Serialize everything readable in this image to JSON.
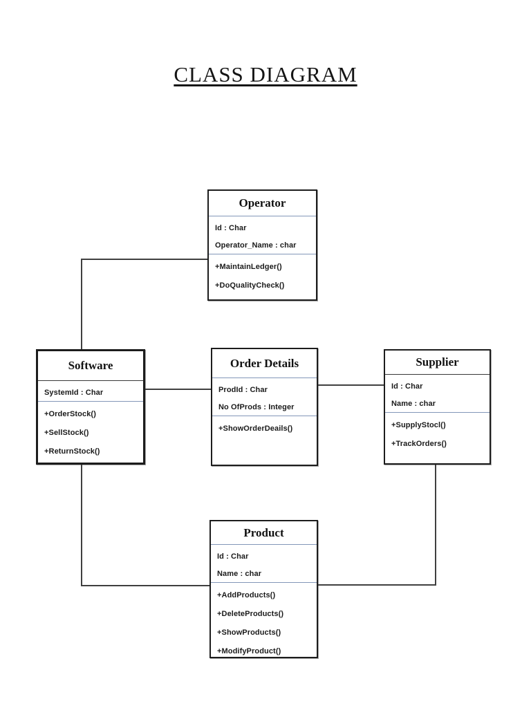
{
  "page_title": "CLASS DIAGRAM",
  "diagram": {
    "classes": {
      "operator": {
        "title": "Operator",
        "attributes": [
          "Id : Char",
          "Operator_Name : char"
        ],
        "methods": [
          "+MaintainLedger()",
          "+DoQualityCheck()"
        ]
      },
      "software": {
        "title": "Software",
        "attributes": [
          "SystemId : Char"
        ],
        "methods": [
          "+OrderStock()",
          "+SellStock()",
          "+ReturnStock()"
        ]
      },
      "order_details": {
        "title": "Order Details",
        "attributes": [
          "ProdId : Char",
          "No OfProds : Integer"
        ],
        "methods": [
          "+ShowOrderDeails()"
        ]
      },
      "supplier": {
        "title": "Supplier",
        "attributes": [
          "Id : Char",
          "Name : char"
        ],
        "methods": [
          "+SupplyStocl()",
          "+TrackOrders()"
        ]
      },
      "product": {
        "title": "Product",
        "attributes": [
          "Id : Char",
          "Name : char"
        ],
        "methods": [
          "+AddProducts()",
          "+DeleteProducts()",
          "+ShowProducts()",
          "+ModifyProduct()"
        ]
      }
    },
    "connections": [
      {
        "from": "Operator",
        "to": "Software"
      },
      {
        "from": "Software",
        "to": "Order Details"
      },
      {
        "from": "Order Details",
        "to": "Supplier"
      },
      {
        "from": "Software",
        "to": "Product"
      },
      {
        "from": "Supplier",
        "to": "Product"
      }
    ],
    "colors": {
      "box_border": "#1c1c1c",
      "divider_blue": "#8296b8",
      "divider_dark": "#383838",
      "connector": "#3f3f3f",
      "text": "#1a1a1a"
    }
  }
}
